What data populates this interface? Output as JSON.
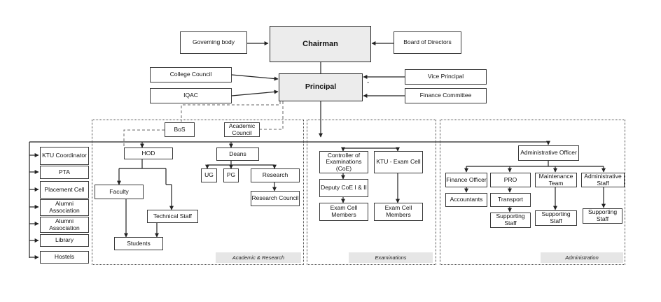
{
  "top": {
    "chairman": "Chairman",
    "governing_body": "Governing body",
    "board_of_directors": "Board of Directors",
    "principal": "Principal",
    "college_council": "College Council",
    "iqac": "IQAC",
    "vice_principal": "Vice Principal",
    "finance_committee": "Finance Committee",
    "stray_mark": "-"
  },
  "left_column": [
    "KTU Coordinator",
    "PTA",
    "Placement Cell",
    "Alumni Association",
    "Alumni Association",
    "Library",
    "Hostels"
  ],
  "academic": {
    "bos": "BoS",
    "academic_council": "Academic Council",
    "hod": "HOD",
    "deans": "Deans",
    "ug": "UG",
    "pg": "PG",
    "research": "Research",
    "research_council": "Research Council",
    "faculty": "Faculty",
    "technical_staff": "Technical Staff",
    "students": "Students",
    "section_label": "Academic & Research"
  },
  "examinations": {
    "coe": "Controller of Examinations (CoE)",
    "ktu_exam_cell": "KTU - Exam Cell",
    "deputy_coe": "Deputy CoE I & II",
    "exam_cell_members_1": "Exam Cell Members",
    "exam_cell_members_2": "Exam Cell Members",
    "section_label": "Examinations"
  },
  "administration": {
    "administrative_officer": "Administrative Officer",
    "finance_officer": "Finance Officer",
    "pro": "PRO",
    "maintenance_team": "Maintenance Team",
    "administrative_staff": "Administrative Staff",
    "accountants": "Accountants",
    "transport": "Transport",
    "supporting_staff_1": "Supporting Staff",
    "supporting_staff_2": "Supporting Staff",
    "supporting_staff_3": "Supporting Staff",
    "section_label": "Administration"
  },
  "colors": {
    "line": "#222222",
    "lead_fill": "#ececec",
    "label_fill": "#e6e6e6",
    "dashed": "#666666"
  }
}
